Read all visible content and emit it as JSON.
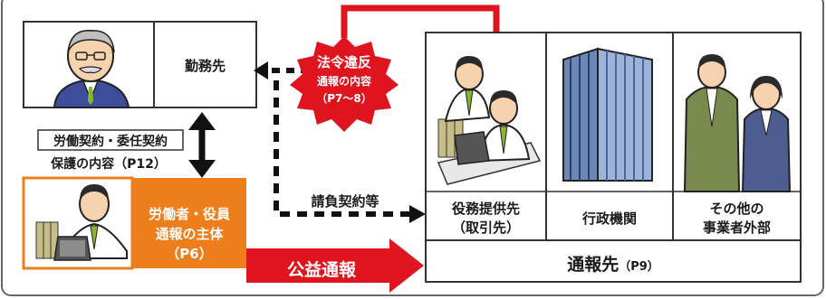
{
  "employer": {
    "label": "勤務先"
  },
  "contract": {
    "type_label": "労働契約・委任契約",
    "protection_label": "保護の内容（P12）"
  },
  "reporter": {
    "line1": "労働者・役員",
    "line2": "通報の主体",
    "page": "（P6）"
  },
  "violation": {
    "title": "法令違反",
    "line2": "通報の内容",
    "page": "（P7〜8）"
  },
  "subcontract_label": "請負契約等",
  "arrow_label": "公益通報",
  "destinations": {
    "partner": {
      "line1": "役務提供先",
      "line2": "（取引先）"
    },
    "agency": {
      "label": "行政機関"
    },
    "external": {
      "line1": "その他の",
      "line2": "事業者外部"
    },
    "footer_label": "通報先",
    "footer_page": "（P9）"
  },
  "colors": {
    "accent_red": "#e0141e",
    "reporter_orange": "#ee7d1b",
    "frame": "#555555",
    "arrow_black": "#111111"
  }
}
